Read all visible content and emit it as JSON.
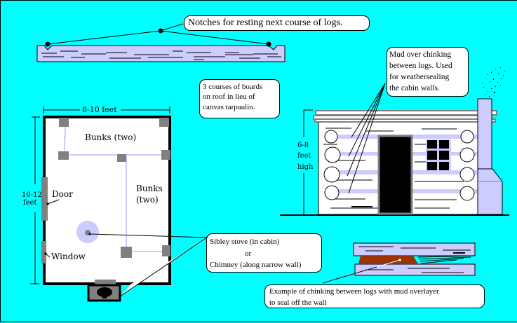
{
  "callouts": {
    "notches": "Notches for resting next course of logs.",
    "roof_boards": [
      "3 courses of boards",
      "on roof in lieu of",
      "canvas tarpaulin."
    ],
    "mud": [
      "Mud over chinking",
      "between logs. Used",
      "for weathersealing",
      "the cabin walls."
    ],
    "stove": {
      "line1": "Sibley stove (in cabin)",
      "line2": "or",
      "line3": "Chimney (along narrow wall)"
    },
    "chinking": [
      "Example of chinking between logs with mud overlayer",
      "to seal off the wall"
    ]
  },
  "floor_plan": {
    "width_label": "8-10 feet",
    "length_label_1": "10-12",
    "length_label_2": "feet",
    "bunks_top": "Bunks (two)",
    "bunks_side_1": "Bunks",
    "bunks_side_2": "(two)",
    "door": "Door",
    "window": "Window"
  },
  "cabin": {
    "height_label_1": "6-8",
    "height_label_2": "feet",
    "height_label_3": "high"
  },
  "colors": {
    "background": "#00ffff",
    "log": "#ccccff",
    "post": "#808080",
    "mud": "#993300",
    "outline": "#000000"
  }
}
